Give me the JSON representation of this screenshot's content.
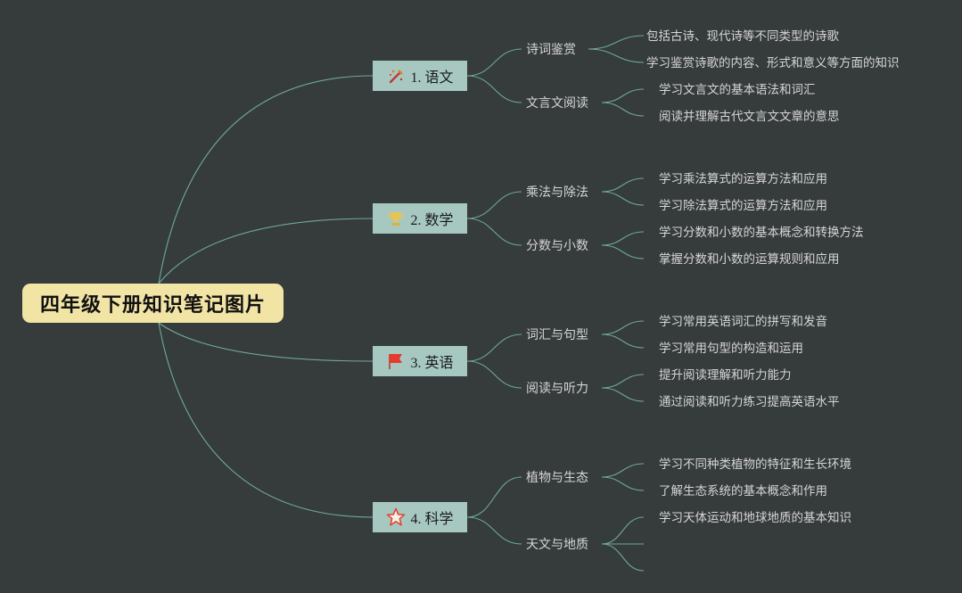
{
  "root": {
    "title": "四年级下册知识笔记图片"
  },
  "colors": {
    "background": "#363b3c",
    "root_fill": "#f1e4a5",
    "branch_fill": "#a6c8c1",
    "link": "#6fa99c",
    "text": "#d6d6d6"
  },
  "branches": [
    {
      "label": "1. 语文",
      "icon": "magic-wand-icon",
      "subs": [
        {
          "label": "诗词鉴赏",
          "leaves": [
            "包括古诗、现代诗等不同类型的诗歌",
            "学习鉴赏诗歌的内容、形式和意义等方面的知识"
          ]
        },
        {
          "label": "文言文阅读",
          "leaves": [
            "学习文言文的基本语法和词汇",
            "阅读并理解古代文言文文章的意思"
          ]
        }
      ]
    },
    {
      "label": "2. 数学",
      "icon": "trophy-icon",
      "subs": [
        {
          "label": "乘法与除法",
          "leaves": [
            "学习乘法算式的运算方法和应用",
            "学习除法算式的运算方法和应用"
          ]
        },
        {
          "label": "分数与小数",
          "leaves": [
            "学习分数和小数的基本概念和转换方法",
            "掌握分数和小数的运算规则和应用"
          ]
        }
      ]
    },
    {
      "label": "3. 英语",
      "icon": "red-flag-icon",
      "subs": [
        {
          "label": "词汇与句型",
          "leaves": [
            "学习常用英语词汇的拼写和发音",
            "学习常用句型的构造和运用"
          ]
        },
        {
          "label": "阅读与听力",
          "leaves": [
            "提升阅读理解和听力能力",
            "通过阅读和听力练习提高英语水平"
          ]
        }
      ]
    },
    {
      "label": "4. 科学",
      "icon": "star-icon",
      "subs": [
        {
          "label": "植物与生态",
          "leaves": [
            "学习不同种类植物的特征和生长环境",
            "了解生态系统的基本概念和作用"
          ]
        },
        {
          "label": "天文与地质",
          "leaves": [
            "学习天体运动和地球地质的基本知识",
            "",
            ""
          ]
        }
      ]
    }
  ]
}
